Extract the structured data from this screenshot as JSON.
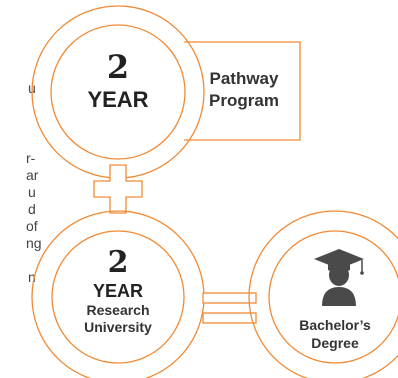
{
  "left_text_fragments": [
    "u",
    "r-",
    "ar",
    "u",
    "d",
    "of",
    "ng",
    "n"
  ],
  "pathway": {
    "number": "2",
    "unit": "YEAR",
    "label_line1": "Pathway",
    "label_line2": "Program"
  },
  "research": {
    "number": "2",
    "unit": "YEAR",
    "label_line1": "Research",
    "label_line2": "University"
  },
  "result": {
    "label_line1": "Bachelor’s",
    "label_line2": "Degree",
    "icon": "graduate-icon"
  },
  "operators": {
    "plus": "plus-icon",
    "equals": "equals-icon"
  },
  "colors": {
    "accent": "#f08a36",
    "text": "#222222",
    "graduate": "#4a4a4a"
  }
}
